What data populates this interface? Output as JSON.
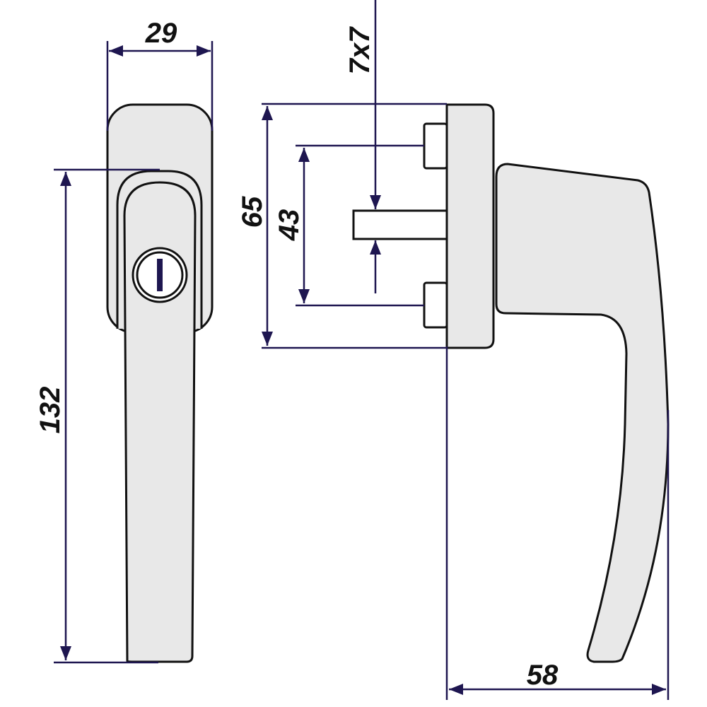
{
  "title": "Window handle dimension drawing",
  "colors": {
    "dimension_line": "#1e1650",
    "part_fill": "#e8e8e8",
    "outline": "#111111"
  },
  "dimensions": {
    "width_front": "29",
    "length_front": "132",
    "rose_height": "65",
    "screw_spacing": "43",
    "spindle": "7x7",
    "projection": "58"
  }
}
